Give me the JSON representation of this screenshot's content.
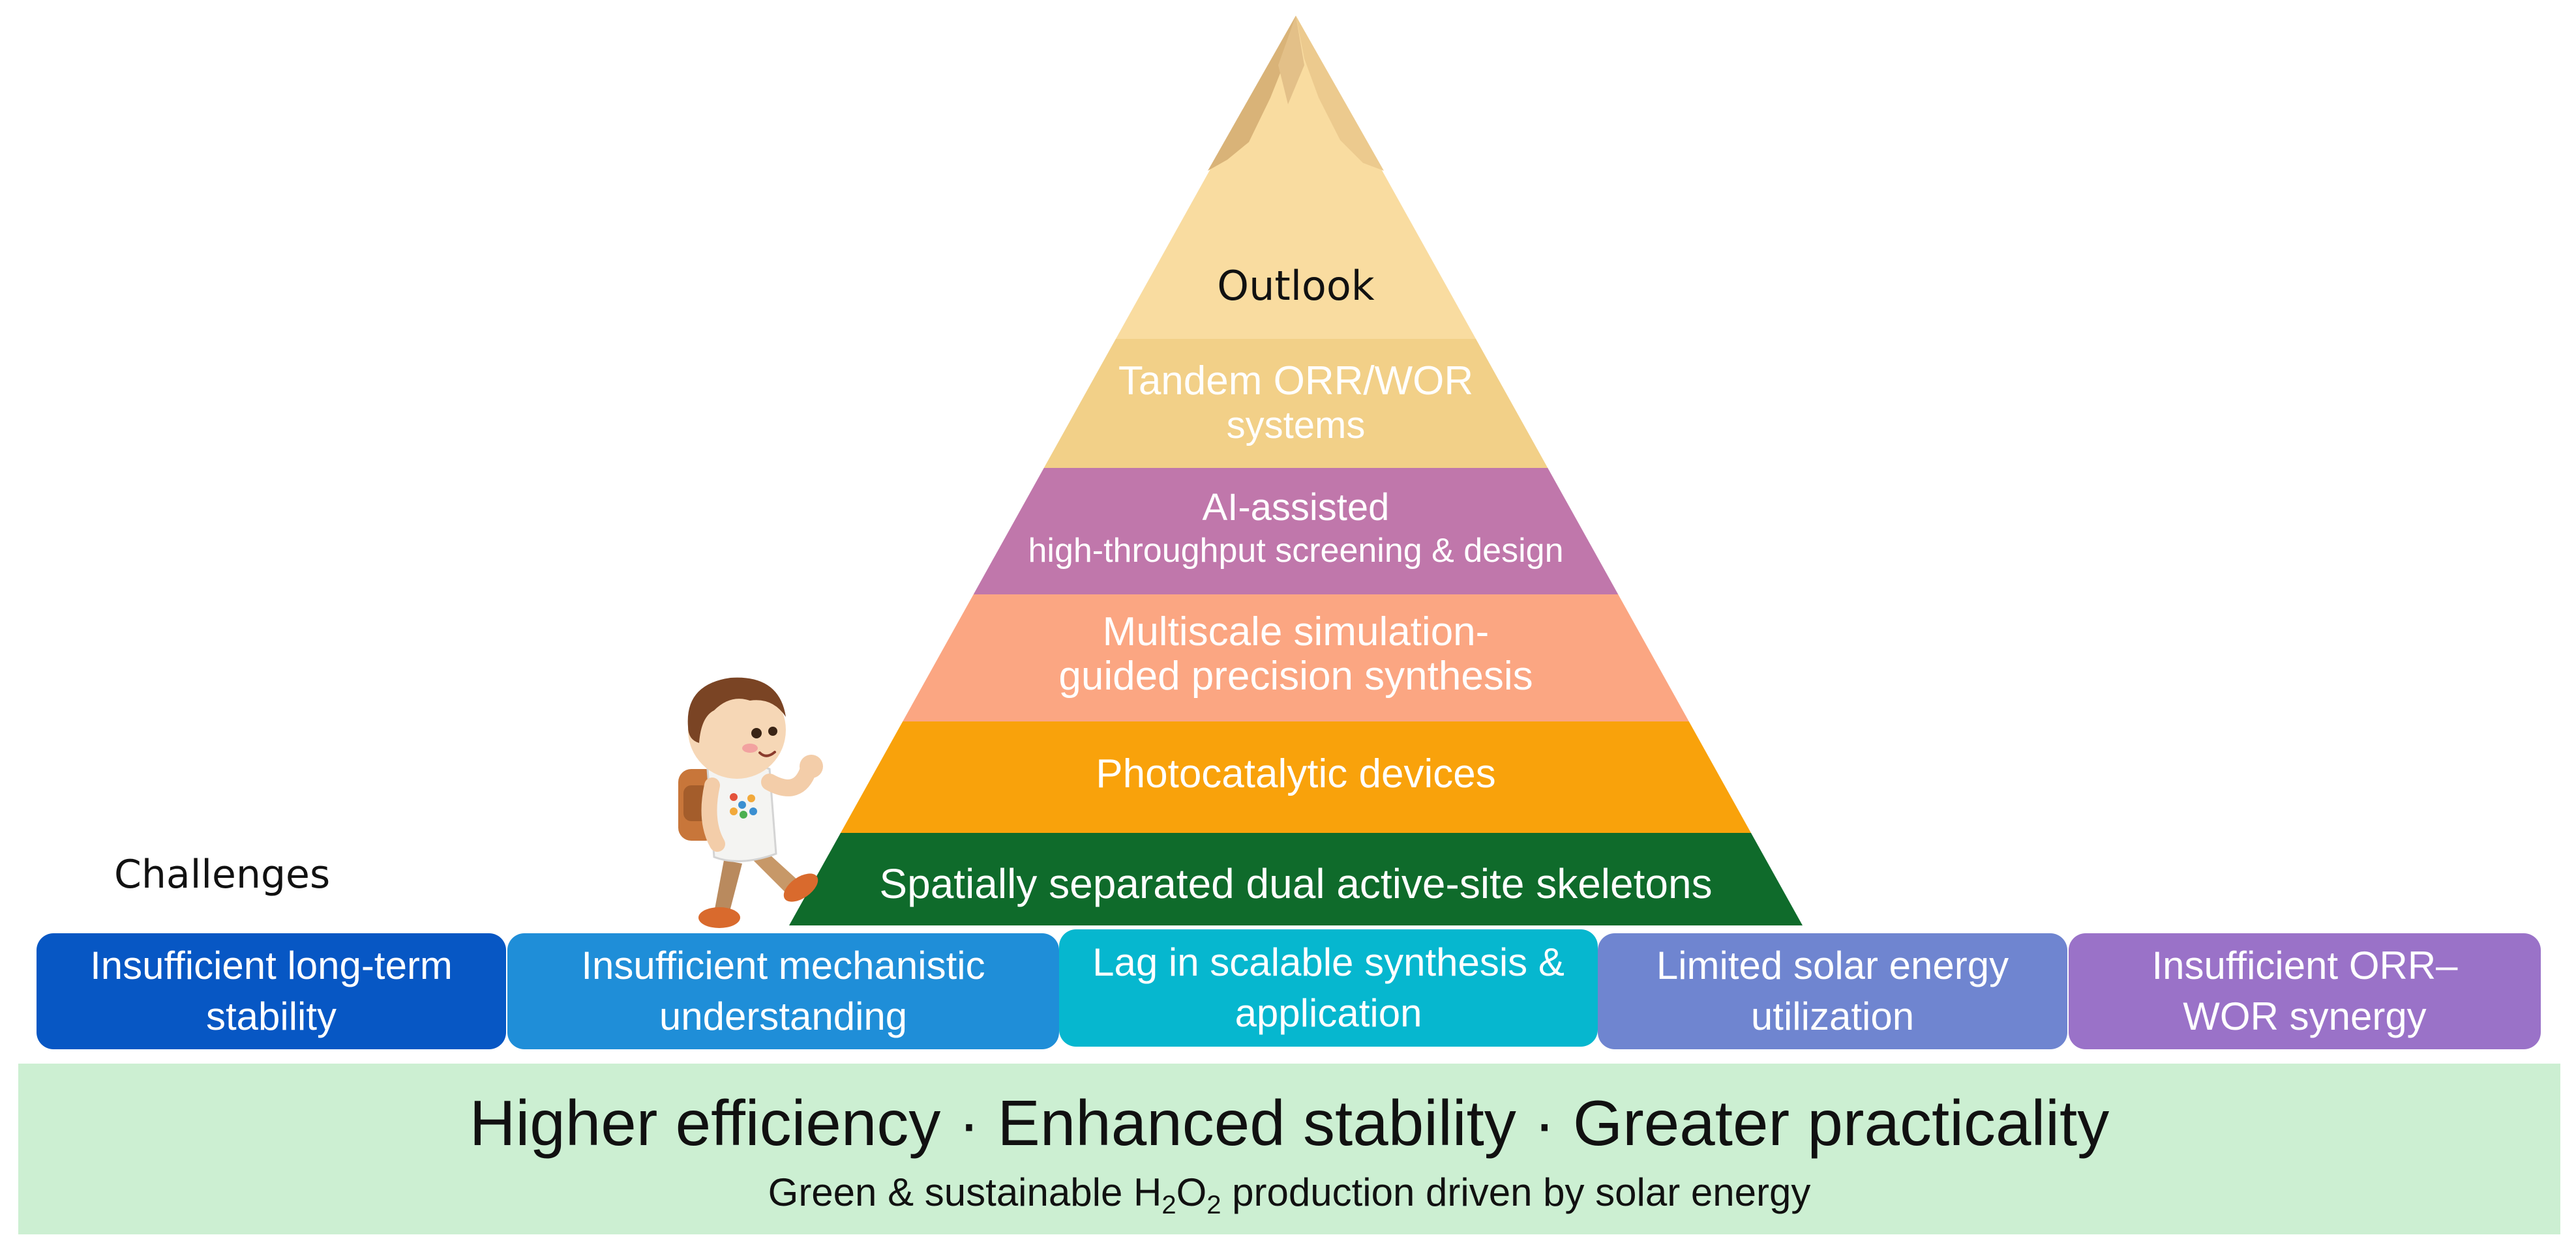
{
  "pyramid": {
    "tiers": [
      {
        "id": "outlook",
        "label_lines": [
          "Outlook"
        ],
        "color": "#f9dca0"
      },
      {
        "id": "tandem",
        "label_lines": [
          "Tandem ORR/WOR",
          "systems"
        ],
        "color": "#f2d088"
      },
      {
        "id": "ai",
        "label_lines": [
          "AI-assisted",
          "high-throughput screening & design"
        ],
        "color": "#c077ab"
      },
      {
        "id": "multiscale",
        "label_lines": [
          "Multiscale simulation-",
          "guided precision synthesis"
        ],
        "color": "#fba682"
      },
      {
        "id": "photocatalytic",
        "label_lines": [
          "Photocatalytic devices"
        ],
        "color": "#f9a20b"
      },
      {
        "id": "skeletons",
        "label_lines": [
          "Spatially separated dual active-site skeletons"
        ],
        "color": "#0f6b2b"
      }
    ]
  },
  "challenges": {
    "heading": "Challenges",
    "items": [
      {
        "label": "Insufficient long-term stability",
        "color": "#0757c4"
      },
      {
        "label": "Insufficient mechanistic understanding",
        "color": "#1f8ed8"
      },
      {
        "label": "Lag in scalable synthesis & application",
        "color": "#06b7cf"
      },
      {
        "label": "Limited solar energy utilization",
        "color": "#6f85d0"
      },
      {
        "label": "Insufficient ORR–WOR synergy",
        "color": "#9a72c8"
      }
    ]
  },
  "banner": {
    "title": "Higher efficiency · Enhanced stability · Greater practicality",
    "subtitle_prefix": "Green & sustainable H",
    "subtitle_sub1": "2",
    "subtitle_mid": "O",
    "subtitle_sub2": "2",
    "subtitle_suffix": " production driven by solar energy",
    "background": "#ccefd2"
  },
  "illustration": {
    "icon": "hiker-child-icon"
  }
}
